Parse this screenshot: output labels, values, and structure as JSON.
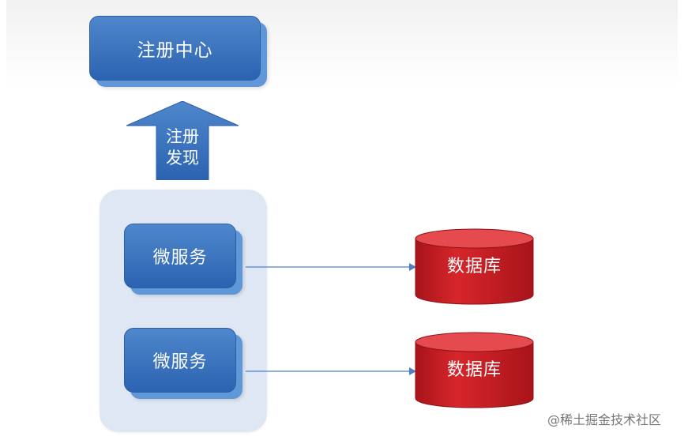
{
  "registry": {
    "label": "注册中心"
  },
  "discovery_arrow": {
    "line1": "注册",
    "line2": "发现"
  },
  "services": [
    {
      "label": "微服务"
    },
    {
      "label": "微服务"
    }
  ],
  "databases": [
    {
      "label": "数据库"
    },
    {
      "label": "数据库"
    }
  ],
  "watermark": "@稀土掘金技术社区",
  "colors": {
    "service_blue": "#2b63b1",
    "service_shadow": "#5f97d9",
    "database_red": "#c91f24",
    "group_background": "#dfe7f4",
    "connector_blue": "#4f7fc6"
  }
}
